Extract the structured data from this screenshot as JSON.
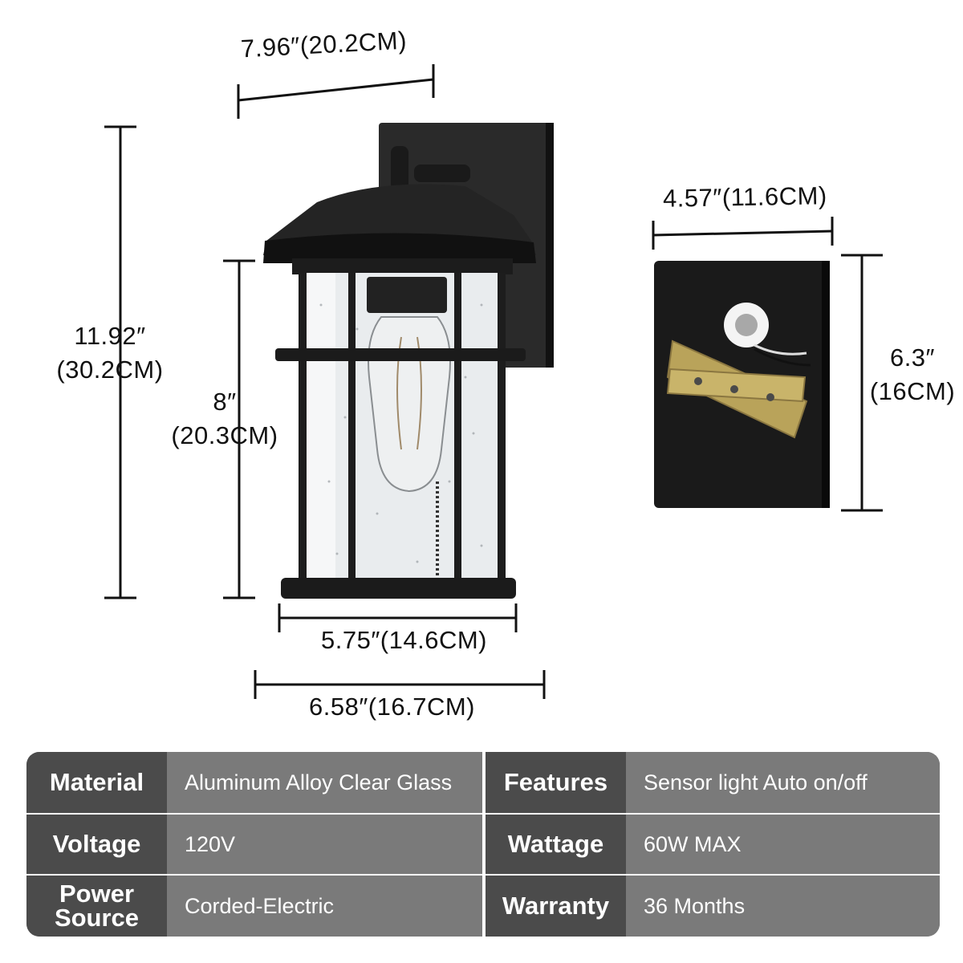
{
  "dimensions": {
    "top_width": "7.96″(20.2CM)",
    "total_height_in": "11.92″",
    "total_height_cm": "(30.2CM)",
    "glass_height_in": "8″",
    "glass_height_cm": "(20.3CM)",
    "base_width": "5.75″(14.6CM)",
    "roof_width": "6.58″(16.7CM)",
    "plate_width": "4.57″(11.6CM)",
    "plate_height_in": "6.3″",
    "plate_height_cm": "(16CM)"
  },
  "specs": {
    "material_label": "Material",
    "material_value": "Aluminum Alloy Clear Glass",
    "features_label": "Features",
    "features_value": "Sensor light Auto on/off",
    "voltage_label": "Voltage",
    "voltage_value": "120V",
    "wattage_label": "Wattage",
    "wattage_value": "60W MAX",
    "power_label_line1": "Power",
    "power_label_line2": "Source",
    "power_value": "Corded-Electric",
    "warranty_label": "Warranty",
    "warranty_value": "36 Months"
  },
  "colors": {
    "fixture": "#1f1f1f",
    "table_key_bg": "#4b4b4b",
    "table_value_bg": "#7a7a7a"
  }
}
